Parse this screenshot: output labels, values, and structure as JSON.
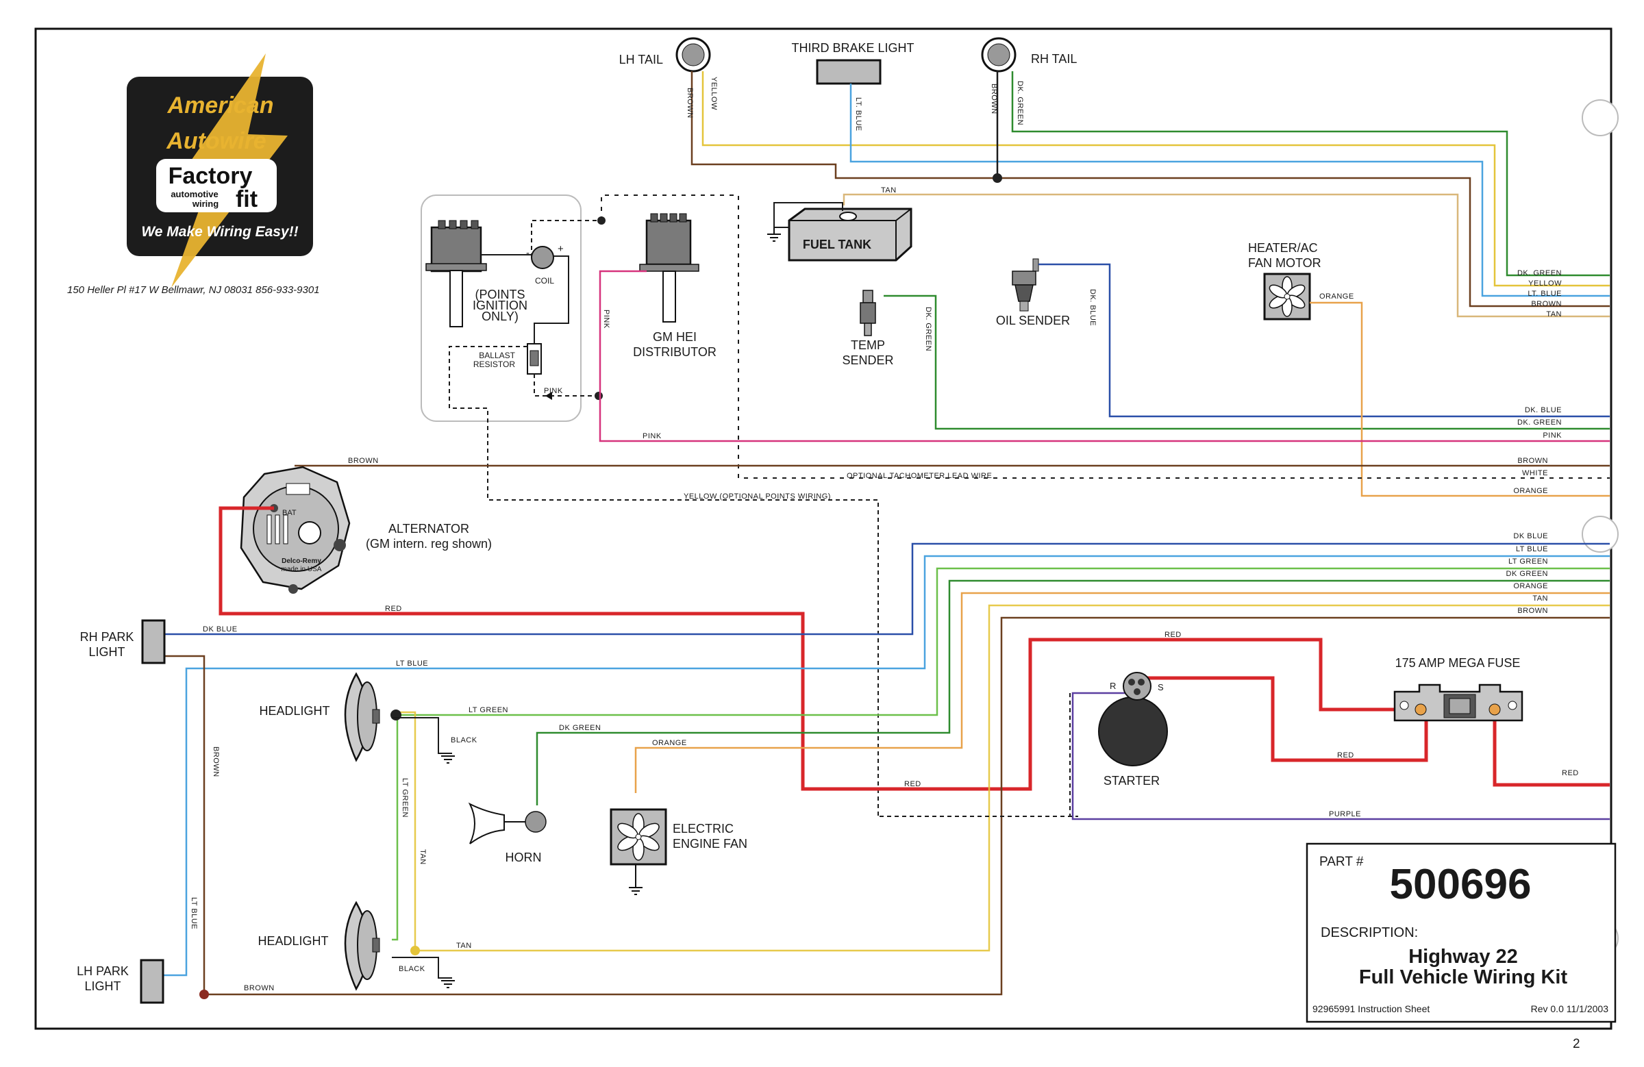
{
  "brand": {
    "line1": "American",
    "line2": "Autowire",
    "factory": "Factory",
    "fit": "fit",
    "sub1": "automotive",
    "sub2": "wiring",
    "tagline": "We Make Wiring Easy!!",
    "address": "150 Heller Pl #17 W   Bellmawr, NJ  08031    856-933-9301"
  },
  "components": {
    "lh_tail": "LH TAIL",
    "third_brake": "THIRD BRAKE LIGHT",
    "rh_tail": "RH TAIL",
    "fuel_tank": "FUEL TANK",
    "temp_sender_1": "TEMP",
    "temp_sender_2": "SENDER",
    "oil_sender": "OIL SENDER",
    "heater_1": "HEATER/AC",
    "heater_2": "FAN MOTOR",
    "points_1": "(POINTS",
    "points_2": "IGNITION",
    "points_3": "ONLY)",
    "coil": "COIL",
    "ballast_1": "BALLAST",
    "ballast_2": "RESISTOR",
    "hei_1": "GM HEI",
    "hei_2": "DISTRIBUTOR",
    "alternator_1": "ALTERNATOR",
    "alternator_2": "(GM intern. reg shown)",
    "alt_bat": "BAT",
    "alt_brand_1": "Delco-Remy",
    "alt_brand_2": "made in USA",
    "rh_park_1": "RH PARK",
    "rh_park_2": "LIGHT",
    "lh_park_1": "LH PARK",
    "lh_park_2": "LIGHT",
    "headlight_top": "HEADLIGHT",
    "headlight_bottom": "HEADLIGHT",
    "horn": "HORN",
    "fan_1": "ELECTRIC",
    "fan_2": "ENGINE FAN",
    "starter": "STARTER",
    "starter_r": "R",
    "starter_s": "S",
    "mega_fuse": "175 AMP MEGA FUSE",
    "plus": "+",
    "minus": "-"
  },
  "wire_labels": {
    "yellow": "YELLOW",
    "brown": "BROWN",
    "lt_blue": "LT. BLUE",
    "dk_green": "DK. GREEN",
    "tan": "TAN",
    "pink": "PINK",
    "dk_blue": "DK. BLUE",
    "orange": "ORANGE",
    "optional_tach": "OPTIONAL TACHOMETER LEAD WIRE",
    "yellow_points": "YELLOW (OPTIONAL POINTS WIRING)",
    "red": "RED",
    "dk_blue2": "DK BLUE",
    "lt_blue2": "LT BLUE",
    "lt_green": "LT GREEN",
    "dk_green2": "DK GREEN",
    "black": "BLACK",
    "purple": "PURPLE",
    "white": "WHITE"
  },
  "right_bundle_1": [
    "DK. GREEN",
    "YELLOW",
    "LT. BLUE",
    "BROWN",
    "TAN"
  ],
  "right_bundle_2": [
    "DK. BLUE",
    "DK. GREEN",
    "PINK"
  ],
  "right_bundle_3": [
    "BROWN",
    "WHITE",
    "ORANGE"
  ],
  "right_bundle_4": [
    "DK BLUE",
    "LT BLUE",
    "LT GREEN",
    "DK GREEN",
    "ORANGE",
    "TAN",
    "BROWN"
  ],
  "part_box": {
    "part_label": "PART #",
    "part_number": "500696",
    "description_label": "DESCRIPTION:",
    "desc_line1": "Highway 22",
    "desc_line2": "Full Vehicle Wiring Kit",
    "sheet": "92965991 Instruction Sheet",
    "rev": "Rev  0.0   11/1/2003"
  },
  "page_number": "2",
  "colors": {
    "red": "#d8262a",
    "dk_green": "#2e8b2e",
    "lt_green": "#6cc04a",
    "yellow": "#e4c43a",
    "lt_blue": "#4aa3df",
    "dk_blue": "#2a4fa8",
    "brown": "#6b3f1f",
    "tan": "#d9b77a",
    "orange": "#e8a24a",
    "pink": "#d6337c",
    "purple": "#5b3fa0",
    "black": "#1a1a1a",
    "logo_bg": "#1c1c1c",
    "logo_gold": "#e8b330"
  }
}
